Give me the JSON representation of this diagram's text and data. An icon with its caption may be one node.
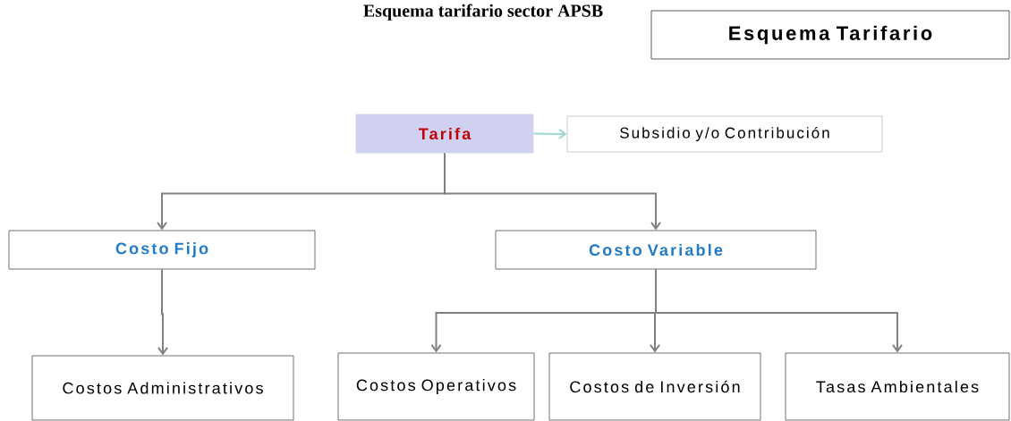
{
  "diagram": {
    "title": "Esquema tarifario sector APSB",
    "nodes": [
      {
        "text": [
          "Esquema Tarifario"
        ]
      },
      {
        "text": [
          "Tarifa"
        ]
      },
      {
        "text": [
          "Subsidio y/o Contribución"
        ]
      },
      {
        "text": [
          "Costo Fijo"
        ]
      },
      {
        "text": [
          "Costo Variable"
        ]
      },
      {
        "text": [
          "Costos Administrativos"
        ]
      },
      {
        "text": [
          "Costos Operativos"
        ]
      },
      {
        "text": [
          "Costos de Inversión"
        ]
      },
      {
        "text": [
          "Tasas Ambientales"
        ]
      }
    ],
    "edges": [
      {
        "from": 1,
        "to": 2,
        "arrow": "to",
        "color": "#9fd6d6"
      },
      {
        "from": 1,
        "to": 3,
        "arrow": "to"
      },
      {
        "from": 1,
        "to": 4,
        "arrow": "to"
      },
      {
        "from": 3,
        "to": 5,
        "arrow": "to"
      },
      {
        "from": 4,
        "to": 6,
        "arrow": "to"
      },
      {
        "from": 4,
        "to": 7,
        "arrow": "to"
      },
      {
        "from": 4,
        "to": 8,
        "arrow": "to"
      }
    ]
  }
}
